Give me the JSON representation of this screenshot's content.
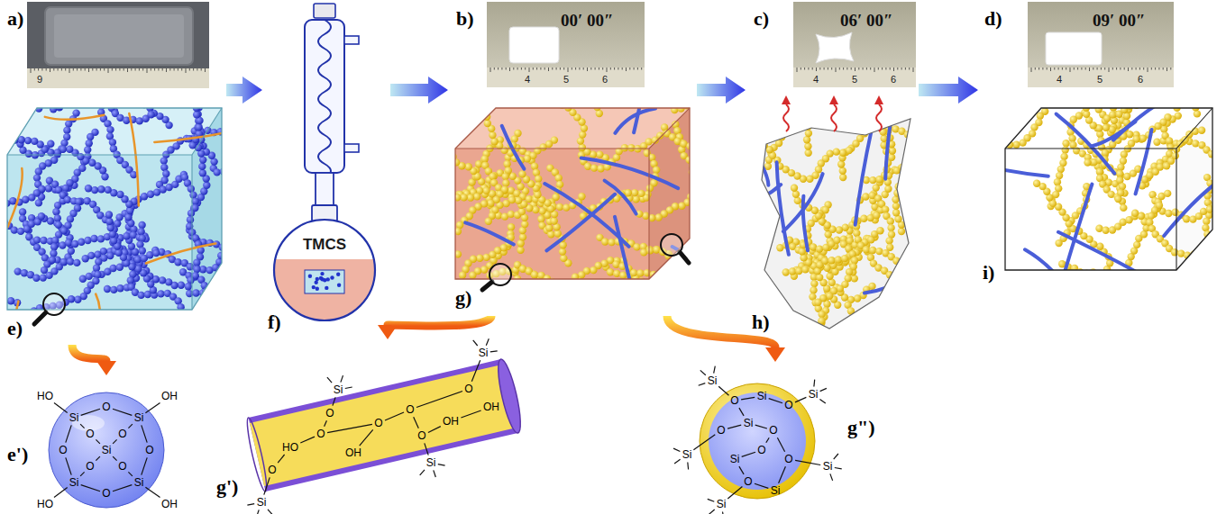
{
  "diagram": {
    "nodes": [
      {
        "text": [
          "a)",
          "e)"
        ]
      },
      {
        "text": [
          "f)",
          "TMCS"
        ]
      },
      {
        "text": [
          "b)",
          "00′ 00″",
          "g)"
        ]
      },
      {
        "text": [
          "c)",
          "06′ 00″",
          "h)"
        ]
      },
      {
        "text": [
          "d)",
          "09′ 00″",
          "i)"
        ]
      },
      {
        "text": [
          "e')"
        ]
      },
      {
        "text": [
          "g')"
        ]
      },
      {
        "text": [
          "g\")"
        ]
      }
    ],
    "edges": [
      {
        "from": 0,
        "to": 1,
        "arrow": "to"
      },
      {
        "from": 1,
        "to": 2,
        "arrow": "to"
      },
      {
        "from": 2,
        "to": 3,
        "arrow": "to"
      },
      {
        "from": 3,
        "to": 4,
        "arrow": "to"
      },
      {
        "from": 0,
        "to": 5,
        "arrow": "to"
      },
      {
        "from": 2,
        "to": 6,
        "arrow": "to"
      },
      {
        "from": 2,
        "to": 7,
        "arrow": "to"
      }
    ],
    "labels": [
      "9",
      "4",
      "5",
      "6",
      "4",
      "5",
      "6",
      "4",
      "5",
      "6",
      "HO",
      "Si",
      "O",
      "Si",
      "OH",
      "O",
      "O",
      "Si",
      "O",
      "O",
      "O",
      "O",
      "HO",
      "Si",
      "O",
      "Si",
      "OH",
      "Si",
      "O",
      "HO",
      "O",
      "O",
      "Si",
      "OH",
      "O",
      "O",
      "O",
      "Si",
      "OH",
      "O",
      "Si",
      "OH",
      "Si",
      "O",
      "Si",
      "O",
      "Si",
      "O",
      "Si",
      "O",
      "Si",
      "O",
      "Si",
      "O",
      "Si",
      "O",
      "Si",
      "Si"
    ]
  }
}
